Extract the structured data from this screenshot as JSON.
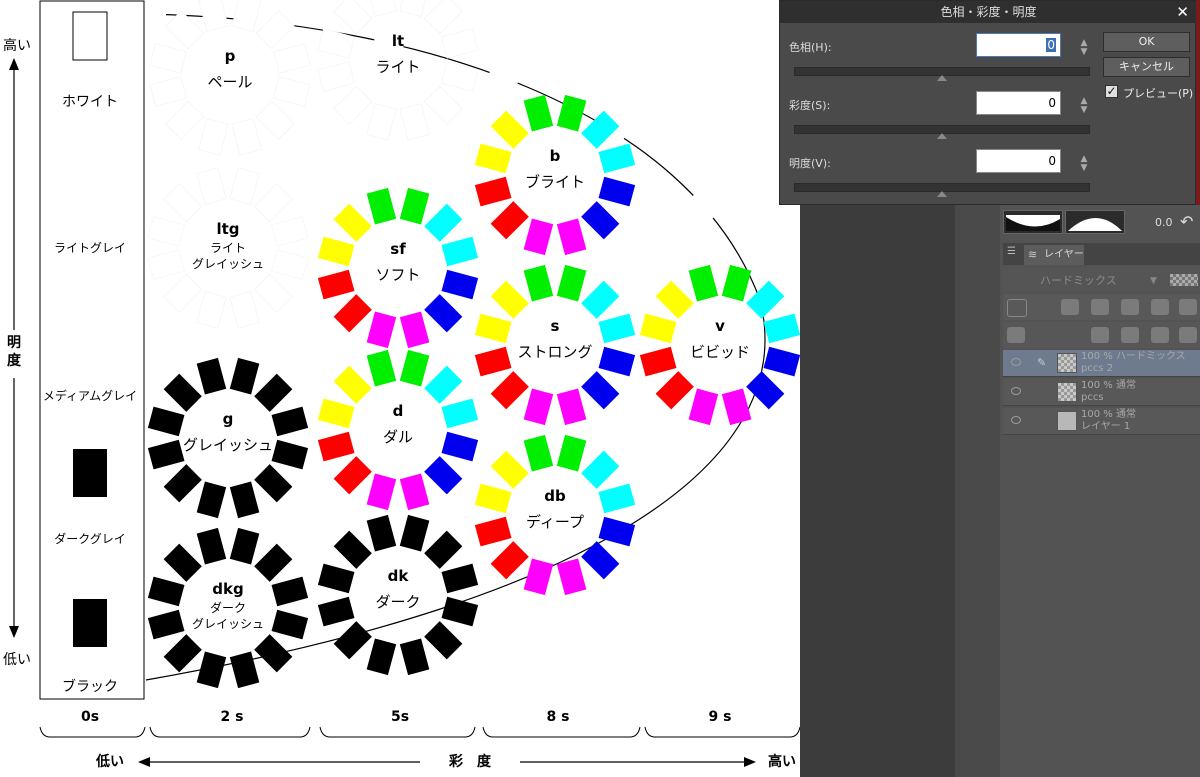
{
  "diagram": {
    "vertical_axis": {
      "high": "高い",
      "label": "明\n度",
      "low": "低い"
    },
    "horizontal_axis": {
      "low": "低い",
      "label": "彩　度",
      "high": "高い"
    },
    "gray_column": [
      {
        "name": "ホワイト",
        "swatch": "white"
      },
      {
        "name": "ライトグレイ",
        "swatch": "none"
      },
      {
        "name": "メディアムグレイ",
        "swatch": "none"
      },
      {
        "name": "ダークグレイ",
        "swatch": "black"
      },
      {
        "name": "ブラック",
        "swatch": "black"
      }
    ],
    "saturation_ticks": [
      "0s",
      "2 s",
      "5s",
      "8 s",
      "9 s"
    ],
    "tones": [
      {
        "code": "p",
        "name": "ペール",
        "style": "ghost"
      },
      {
        "code": "lt",
        "name": "ライト",
        "style": "ghost"
      },
      {
        "code": "ltg",
        "name": "ライト\nグレイッシュ",
        "style": "ghost"
      },
      {
        "code": "b",
        "name": "ブライト",
        "style": "color"
      },
      {
        "code": "sf",
        "name": "ソフト",
        "style": "color"
      },
      {
        "code": "s",
        "name": "ストロング",
        "style": "color"
      },
      {
        "code": "v",
        "name": "ビビッド",
        "style": "color"
      },
      {
        "code": "d",
        "name": "ダル",
        "style": "color"
      },
      {
        "code": "db",
        "name": "ディープ",
        "style": "color"
      },
      {
        "code": "g",
        "name": "グレイッシュ",
        "style": "black"
      },
      {
        "code": "dkg",
        "name": "ダーク\nグレイッシュ",
        "style": "black"
      },
      {
        "code": "dk",
        "name": "ダーク",
        "style": "black"
      }
    ],
    "hue_colors": [
      "#ffff00",
      "#ffff00",
      "#00ee00",
      "#00ee00",
      "#00ffff",
      "#00ffff",
      "#0000ee",
      "#0000ee",
      "#ff00ff",
      "#ff00ff",
      "#ff0000",
      "#ff0000"
    ]
  },
  "dialog": {
    "title": "色相・彩度・明度",
    "hue_label": "色相(H):",
    "hue_value": "0",
    "saturation_label": "彩度(S):",
    "saturation_value": "0",
    "value_label": "明度(V):",
    "value_value": "0",
    "ok_label": "OK",
    "cancel_label": "キャンセル",
    "preview_label": "プレビュー(P)",
    "preview_checked": true
  },
  "panel": {
    "curve_value": "0.0",
    "layer_tab": "レイヤー",
    "blend_mode": "ハードミックス",
    "layers": [
      {
        "line1": "100 % ハードミックス",
        "line2": "pccs 2",
        "selected": true
      },
      {
        "line1": "100 % 通常",
        "line2": "pccs",
        "selected": false
      },
      {
        "line1": "100 % 通常",
        "line2": "レイヤー 1",
        "selected": false
      }
    ]
  }
}
